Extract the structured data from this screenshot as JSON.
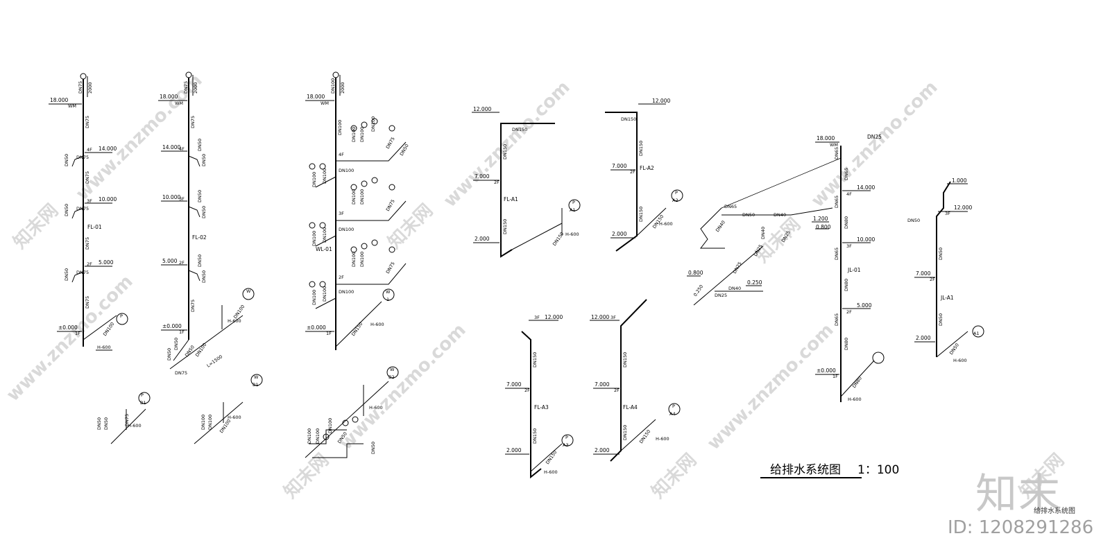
{
  "drawing": {
    "title": "给排水系统图",
    "scale": "1：100",
    "brand": "知末",
    "brand_sub": "给排水系统图",
    "id_label": "ID: 1208291286",
    "watermark": "www.znzmo.com",
    "watermark_cn": "知末网"
  },
  "elevations": {
    "e18": "18.000",
    "e14": "14.000",
    "e10": "10.000",
    "e5": "5.000",
    "e0": "±0.000",
    "e12": "12.000",
    "e7": "7.000",
    "e2": "2.000",
    "e0800": "0.800",
    "e1200": "1.200",
    "e0250": "0.250",
    "e1000": "1.000"
  },
  "floors": {
    "f1": "1F",
    "f2": "2F",
    "f3": "3F",
    "f4": "4F",
    "wm": "WM"
  },
  "pipes": {
    "dn25": "DN25",
    "dn40": "DN40",
    "dn50": "DN50",
    "dn65": "DN65",
    "dn75": "DN75",
    "dn80": "DN80",
    "dn100": "DN100",
    "dn150": "DN150",
    "dn2000": "2000"
  },
  "risers": {
    "fl01": "FL-01",
    "fl02": "FL-02",
    "wl01": "WL-01",
    "fla1": "FL-A1",
    "fla2": "FL-A2",
    "fla3": "FL-A3",
    "fla4": "FL-A4",
    "jl01": "JL-01",
    "jla1": "JL-A1"
  },
  "labels": {
    "h600": "H-600",
    "l1500": "L=1500",
    "p": "P",
    "w": "W",
    "a1": "A1",
    "a2": "A2",
    "a3": "A3",
    "a4": "A4",
    "b1": "B1",
    "b2": "B2",
    "one": "1"
  }
}
